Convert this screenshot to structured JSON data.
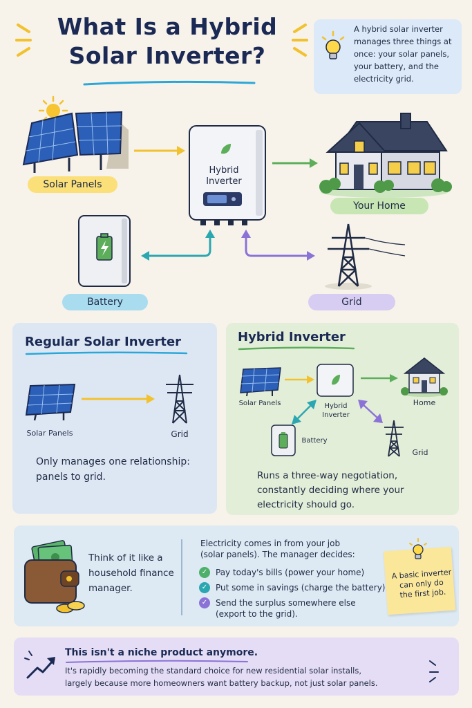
{
  "title": "What Is a Hybrid Solar Inverter?",
  "note": "A hybrid solar inverter manages three things at once: your solar panels, your battery, and the electricity grid.",
  "top": {
    "solar_label": "Solar Panels",
    "inverter_label_1": "Hybrid",
    "inverter_label_2": "Inverter",
    "home_label": "Your Home",
    "battery_label": "Battery",
    "grid_label": "Grid"
  },
  "regular": {
    "heading": "Regular Solar Inverter",
    "panels": "Solar Panels",
    "grid": "Grid",
    "desc_1": "Only manages one relationship:",
    "desc_2": "panels to grid."
  },
  "hybrid": {
    "heading": "Hybrid Inverter",
    "panels": "Solar Panels",
    "inverter_1": "Hybrid",
    "inverter_2": "Inverter",
    "home": "Home",
    "battery": "Battery",
    "grid": "Grid",
    "desc_1": "Runs a three-way negotiation,",
    "desc_2": "constantly deciding where your",
    "desc_3": "electricity should go."
  },
  "analogy": {
    "lead_1": "Think of it like a",
    "lead_2": "household finance",
    "lead_3": "manager.",
    "intro_1": "Electricity comes in from your job",
    "intro_2": "(solar panels). The manager decides:",
    "items": [
      {
        "line1": "Pay today's bills (power your home)",
        "line2": ""
      },
      {
        "line1": "Put some in savings (charge the battery)",
        "line2": ""
      },
      {
        "line1": "Send the surplus somewhere else",
        "line2": "(export to the grid)."
      }
    ],
    "sticky_1": "A basic inverter",
    "sticky_2": "can only do",
    "sticky_3": "the first job."
  },
  "footer": {
    "heading": "This isn't a niche product anymore.",
    "line_1": "It's rapidly becoming the standard choice for new residential solar installs,",
    "line_2": "largely because more homeowners want battery backup, not just solar panels."
  },
  "colors": {
    "yellow": "#f2c12e",
    "green": "#5cae5a",
    "teal": "#2aa7b0",
    "purple": "#8b72d6",
    "navy": "#1b2a55",
    "panel_blue": "#2b5fb8"
  }
}
